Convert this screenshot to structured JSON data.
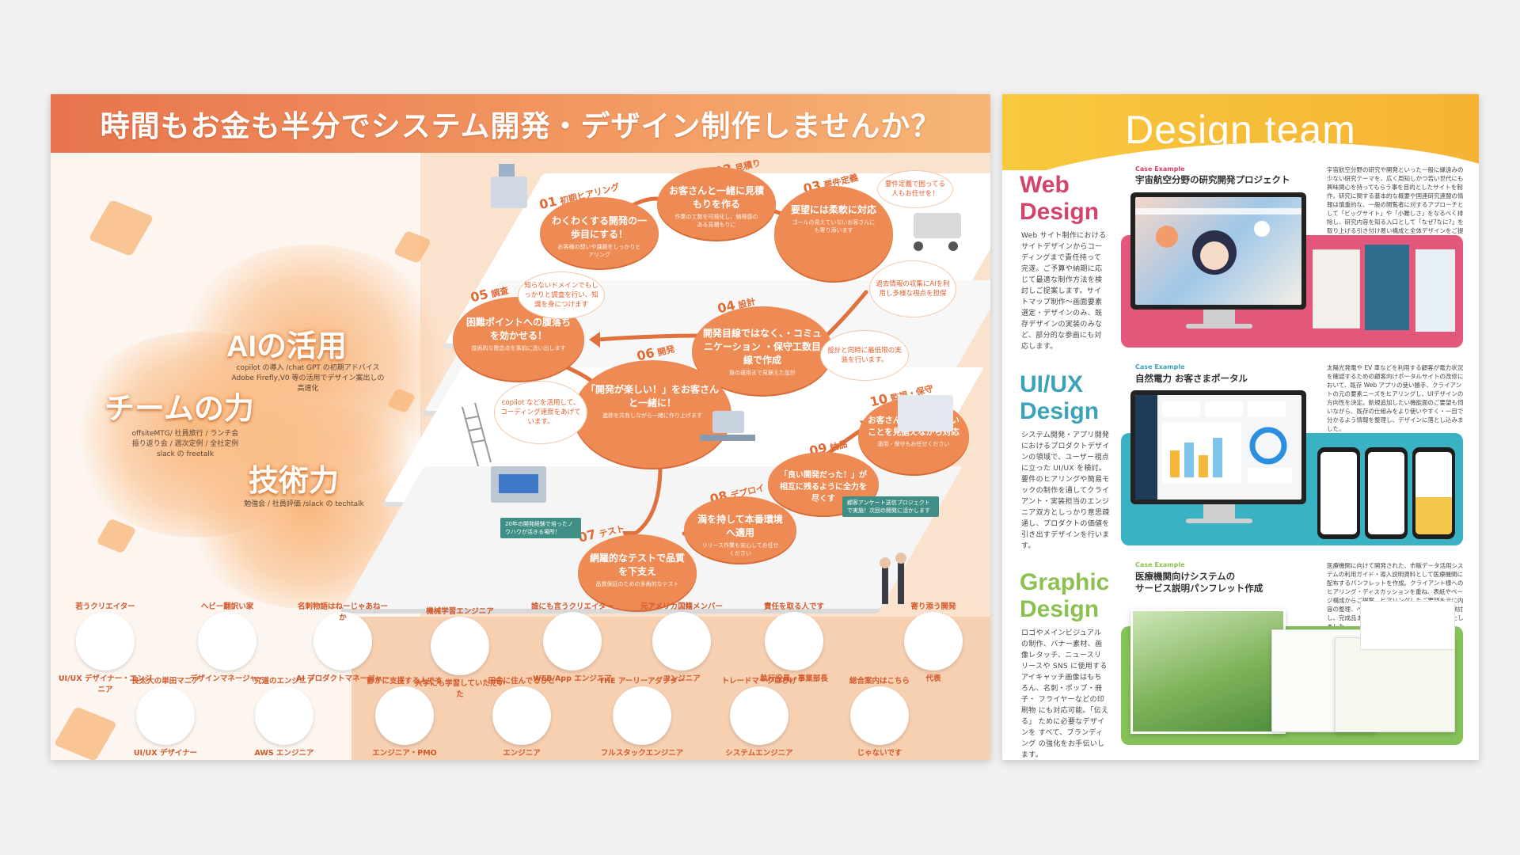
{
  "left_panel": {
    "banner_title": "時間もお金も半分でシステム開発・デザイン制作しませんか？",
    "skills": [
      {
        "title": "AIの活用",
        "desc": "copilot の導入 /chat GPT の初期アドバイス\nAdobe Firefly,V0 等の活用でデザイン案出しの\n高速化"
      },
      {
        "title": "チームの力",
        "desc": "offsiteMTG/ 社員旅行 / ランチ会\n振り返り会 / 週次定例 / 全社定例\nslack の freetalk"
      },
      {
        "title": "技術力",
        "desc": "勉強会 / 社員評価 /slack の techtalk"
      }
    ],
    "steps": [
      {
        "num": "01",
        "name": "初期ヒアリング",
        "bubble_title": "わくわくする開発の一歩目にする！",
        "bubble_sub": "お客様の想いや課題をしっかりヒアリング"
      },
      {
        "num": "02",
        "name": "見積り",
        "bubble_title": "お客さんと一緒に見積もりを作る",
        "bubble_sub": "作業の工数を可視化し、納得感のある見積もりに"
      },
      {
        "num": "03",
        "name": "要件定義",
        "bubble_title": "要望には柔軟に対応",
        "bubble_sub": "ゴールの見えていないお客さんにも寄り添います"
      },
      {
        "num": "04",
        "name": "設計",
        "bubble_title": "開発目線ではなく、・コミュニケーション ・保守工数目線で作成",
        "bubble_sub": "後の運用まで見据えた設計"
      },
      {
        "num": "05",
        "name": "調査",
        "bubble_title": "困難ポイントへの腹落ちを効かせる！",
        "bubble_sub": "技術的な懸念点を事前に洗い出します"
      },
      {
        "num": "06",
        "name": "開発",
        "bubble_title": "「開発が楽しい！」をお客さんと一緒に！",
        "bubble_sub": "進捗を共有しながら一緒に作り上げます"
      },
      {
        "num": "07",
        "name": "テスト",
        "bubble_title": "網羅的なテストで品質を下支え",
        "bubble_sub": "品質保証のための多角的なテスト"
      },
      {
        "num": "08",
        "name": "デプロイ",
        "bubble_title": "満を持して本番環境へ適用",
        "bubble_sub": "リリース作業も安心してお任せください"
      },
      {
        "num": "09",
        "name": "納品",
        "bubble_title": "「良い開発だった！」が相互に残るように全力を尽くす",
        "bubble_sub": ""
      },
      {
        "num": "10",
        "name": "監視・保守",
        "bubble_title": "お客さんが次にやりたいことを見据えながら対応",
        "bubble_sub": "運用・保守もお任せください"
      }
    ],
    "clouds": [
      "要件定義で困ってる人もお任せを！",
      "知らないドメインでもしっかりと調査を行い、知識を身につけます",
      "過去情報の収集にAIを利用し多様な視点を担保",
      "設計と同時に最低限の実装を行います。",
      "copilot などを活用して、コーディング速度をあげています。",
      "顧客アンケート送信プロジェクトで実施！次回の開発に活かします"
    ],
    "tag_text": "20年の開発経験で培ったノウハウが活きる場所！",
    "members": [
      {
        "role": "若うクリエイター",
        "name": "UI/UX デザイナー・エンジニア"
      },
      {
        "role": "ヘビー翻訳い家",
        "name": "デザインマネージャー"
      },
      {
        "role": "名刺物語はねーじゃあねーか",
        "name": "AI プロダクトマネージャー"
      },
      {
        "role": "機械学習エンジニア",
        "name": "大学にも学習していただいた"
      },
      {
        "role": "誰にも言うクリエイター",
        "name": "WEB/App エンジニア"
      },
      {
        "role": "元アメリカ国籍メンバー",
        "name": "エンジニア"
      },
      {
        "role": "責任を取る人です",
        "name": "執行役員、事業部長"
      },
      {
        "role": "寄り添う開発",
        "name": "代表"
      },
      {
        "role": "良太大の単田マニア",
        "name": "UI/UX デザイナー"
      },
      {
        "role": "究道のエンジニア",
        "name": "AWS エンジニア"
      },
      {
        "role": "静かに支援する人です",
        "name": "エンジニア・PMO"
      },
      {
        "role": "田舎に住んでるひと",
        "name": "エンジニア"
      },
      {
        "role": "THE アーリーアダプター",
        "name": "フルスタックエンジニア"
      },
      {
        "role": "トレードマークはひげ",
        "name": "システムエンジニア"
      },
      {
        "role": "総合案内はこちら",
        "name": "じゃないです"
      }
    ]
  },
  "right_panel": {
    "title": "Design team",
    "case_label": "Case Example",
    "sections": [
      {
        "title_line1": "Web",
        "title_line2": "Design",
        "color": "#d4436a",
        "card_color": "#e2577a",
        "desc": "Web サイト制作における サイトデザインからコー ディングまで責任持って 完遂。ご予算や納期に応 じて最適な制作方法を検 討しご提案します。サイ トマップ制作〜画面要素 選定・デザインのみ、既 存デザインの実装のみな ど、部分的な参画にも対 応します。",
        "case_title": "宇宙航空分野の研究開発プロジェクト",
        "case_desc": "宇宙航空分野の研究や開発といった一般に縁遠みの少ない研究テーマを、広く周知しかつ若い世代にも興味関心を持ってもらう事を目的としたサイトを制作。研究に関する基本的な概要や国連研究連盟の情報は慎重的な、一般の閲覧者に対するアプローチとして「ビッグサイト」や「小難しさ」をなるべく排除し、研究内容を知る入口として「なぜ?なに?」を取り上げる引き付け易い構成と全体デザインをご提案しました。"
      },
      {
        "title_line1": "UI/UX",
        "title_line2": "Design",
        "color": "#3aa3b8",
        "card_color": "#3ab2c3",
        "desc": "システム開発・アプリ開発 におけるプロダクトデザイ ンの領域で、ユーザー視点 に立った UI/UX を検討。 要件のヒアリングや簡易モ ックの制作を通してクライ アント・実装担当のエンジ ニア双方としっかり意思疎 通し、プロダクトの価値を 引き出すデザインを行いま す。",
        "case_title": "自然電力 お客さまポータル",
        "case_desc": "太陽光発電や EV 車などを利用する顧客が電力状況を確認するための顧客向けポータルサイトの改修において、既存 Web アプリの使い勝手、クライアントの元の要素ニーズをヒアリングし、UIデザインの方向性を決定。新規追加したい機能面のご要望も伺いながら、既存の仕組みをより使いやすく・一目で分かるよう情報を整理し、デザインに落とし込みました。"
      },
      {
        "title_line1": "Graphic",
        "title_line2": "Design",
        "color": "#8cc152",
        "card_color": "#86c25a",
        "desc": "ロゴやメインビジュアル の制作、バナー素材、画 像レタッチ、ニュースリ リースや SNS に使用する アイキャッチ画像はもち ろん、名刺・ポップ・冊子・ フライヤーなどの印刷物 にも対応可能。「伝える」 ために必要なデザインを すべて、ブランディング の強化をお手伝いします。",
        "case_title": "医療機関向けシステムの\nサービス説明パンフレット作成",
        "case_desc": "医療機関に向けて開発された、市販データ活用システムの利用ガイド・導入説明資料として医療機関に配布するパンフレットを作成。クライアント様へのヒアリング・ディスカッションを重ね、表紙やページ構成からご提案。ヒアリングしたご要望を元に内容の整理、ページレイアウト、表紙デザインを検討し、完成品まで一気貫のパンフレットを作成いたしました。"
      }
    ]
  },
  "colors": {
    "banner_orange": "#e8744d",
    "bubble_orange": "#ee8b55",
    "peach": "#fbe2cd",
    "yellow": "#f8c93d"
  }
}
